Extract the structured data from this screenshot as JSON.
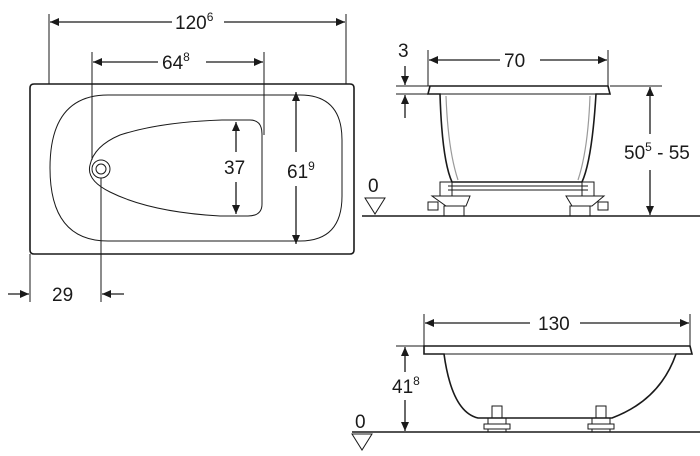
{
  "top_view": {
    "length": "120",
    "length_sup": "6",
    "inner_length": "64",
    "inner_length_sup": "8",
    "basin_width": "37",
    "outer_width": "61",
    "outer_width_sup": "9",
    "drain_offset": "29"
  },
  "end_view": {
    "rim": "3",
    "width": "70",
    "height": "50",
    "height_sup": "5",
    "height_range_sep": " - 55",
    "floor": "0"
  },
  "side_view": {
    "length": "130",
    "height": "41",
    "height_sup": "8",
    "floor": "0"
  }
}
